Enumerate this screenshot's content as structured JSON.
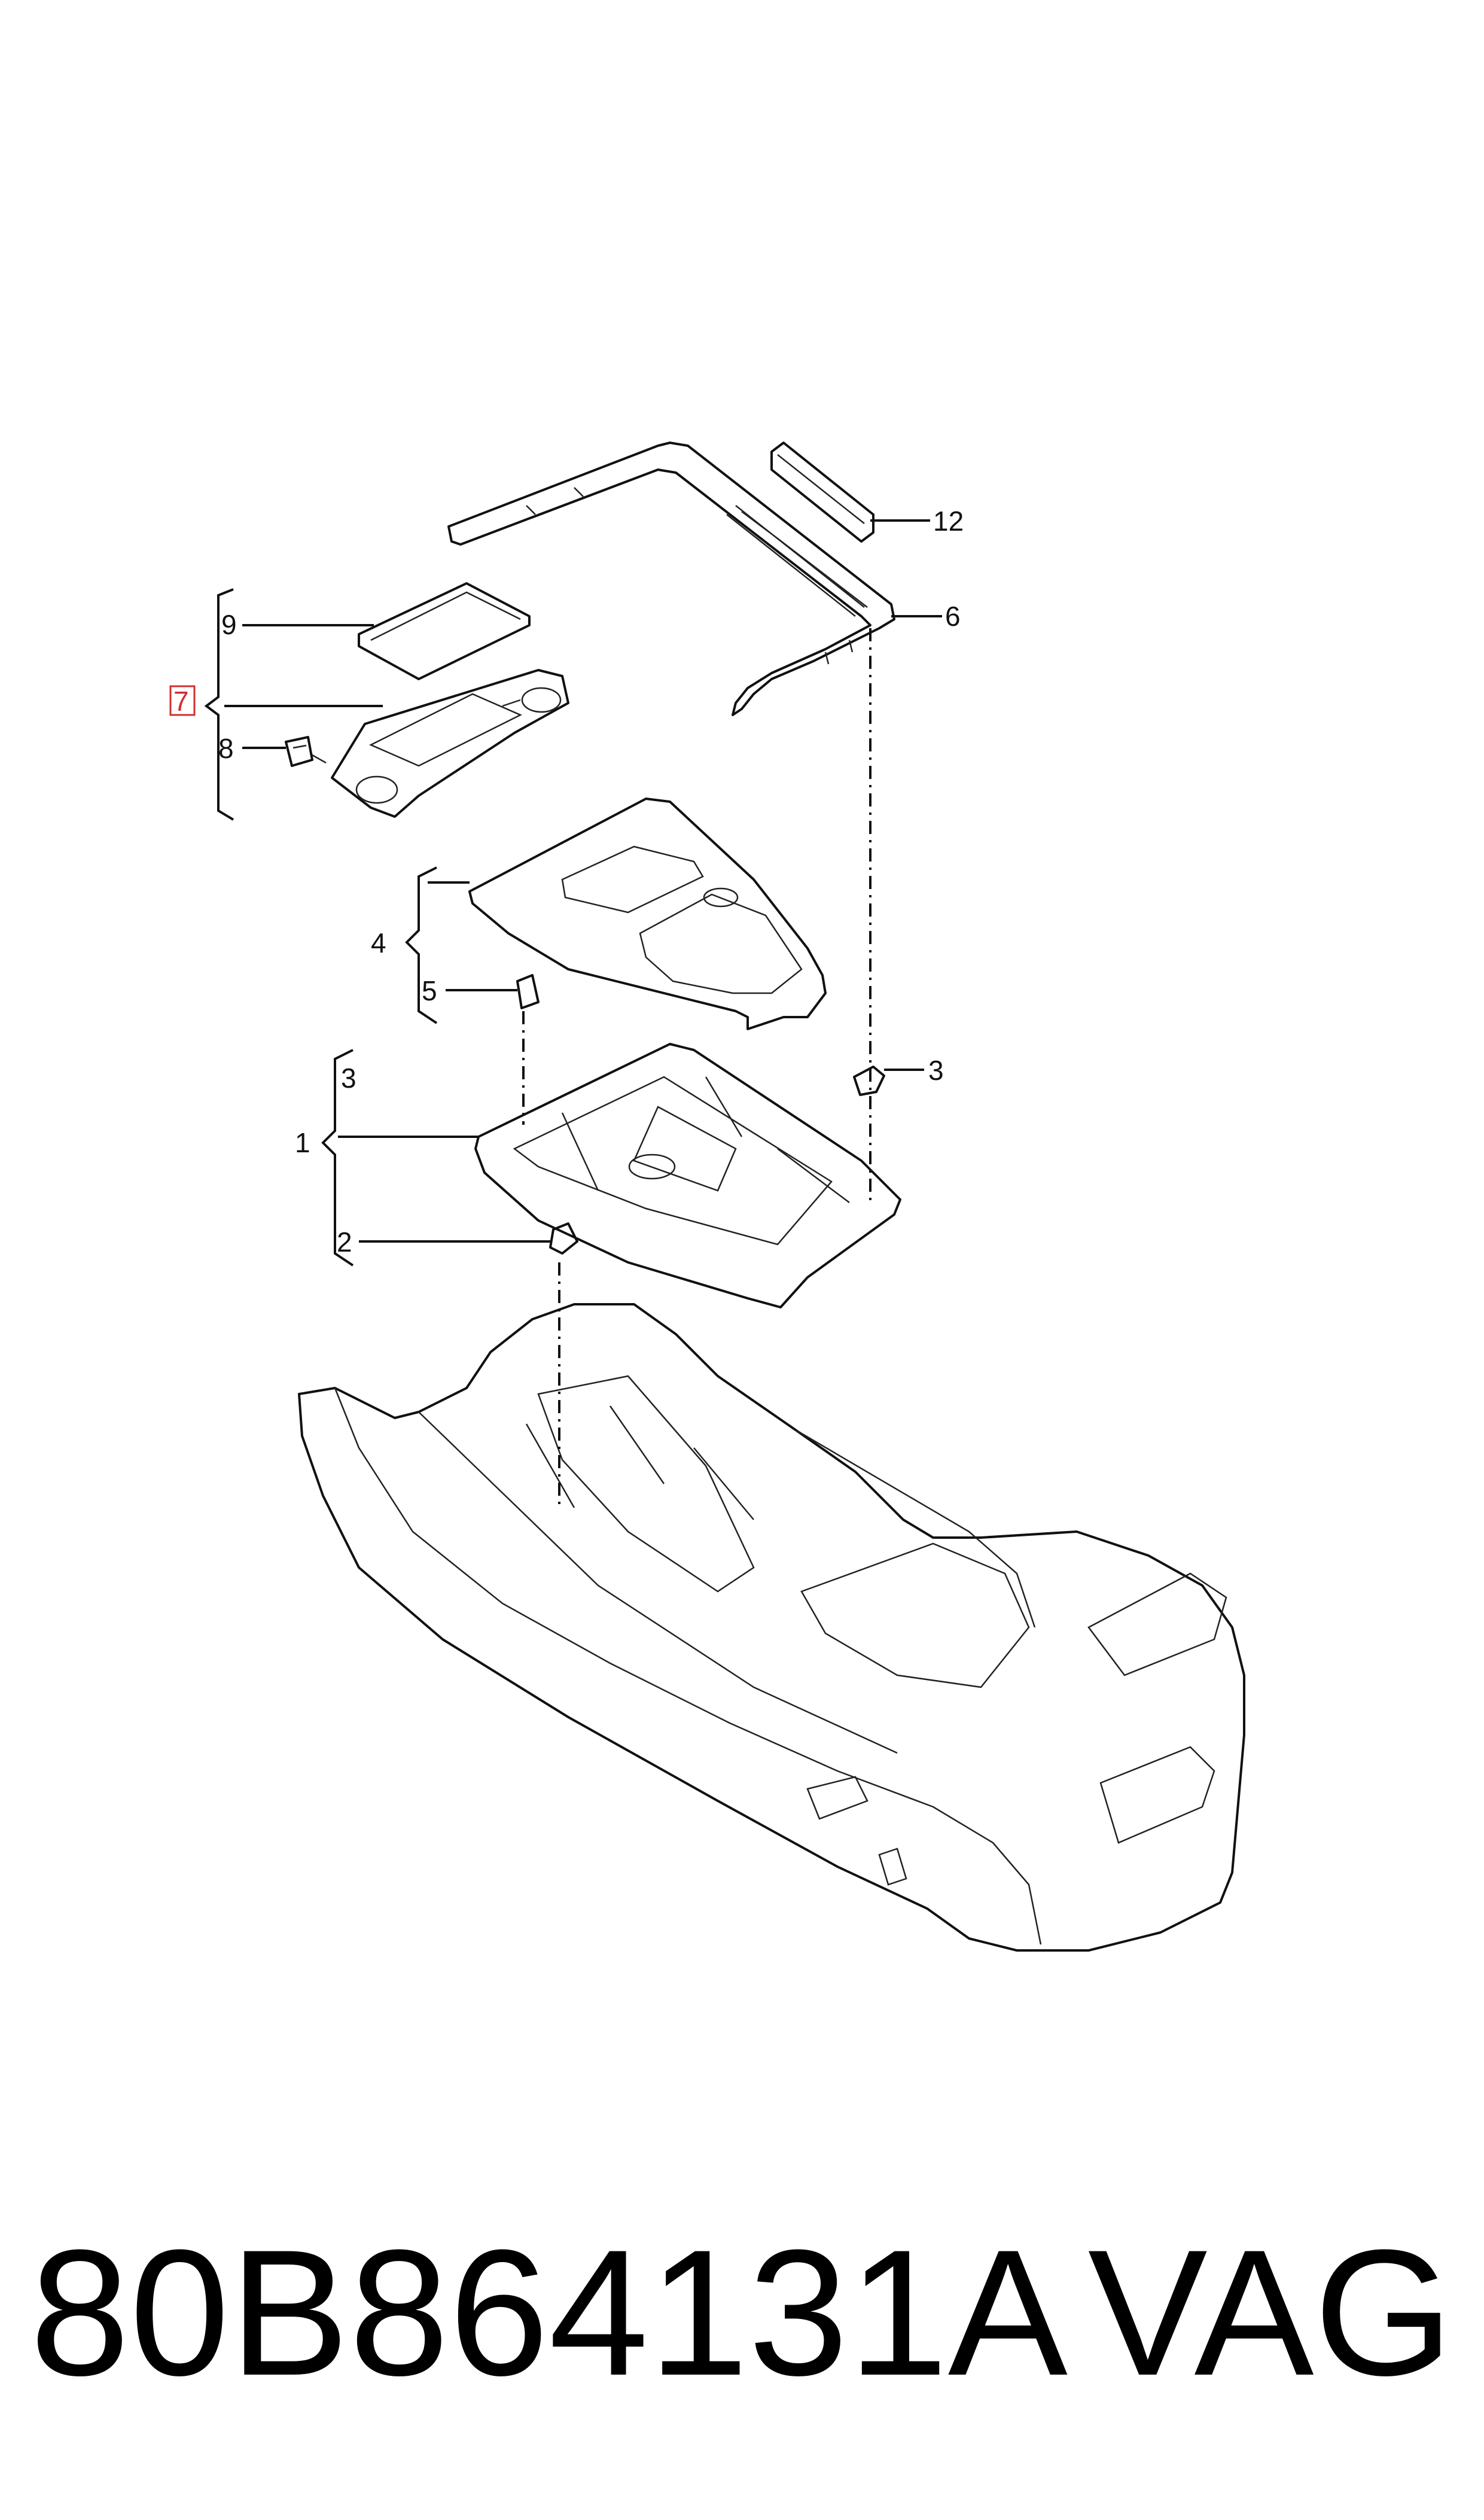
{
  "callouts": {
    "c1": "1",
    "c2": "2",
    "c3_top": "3",
    "c3_right": "3",
    "c4": "4",
    "c5": "5",
    "c6": "6",
    "c7": "7",
    "c8": "8",
    "c9": "9",
    "c12": "12"
  },
  "highlight_color": "#d0302f",
  "footer": {
    "part_number": "80B864131A",
    "brand": "VAG"
  }
}
